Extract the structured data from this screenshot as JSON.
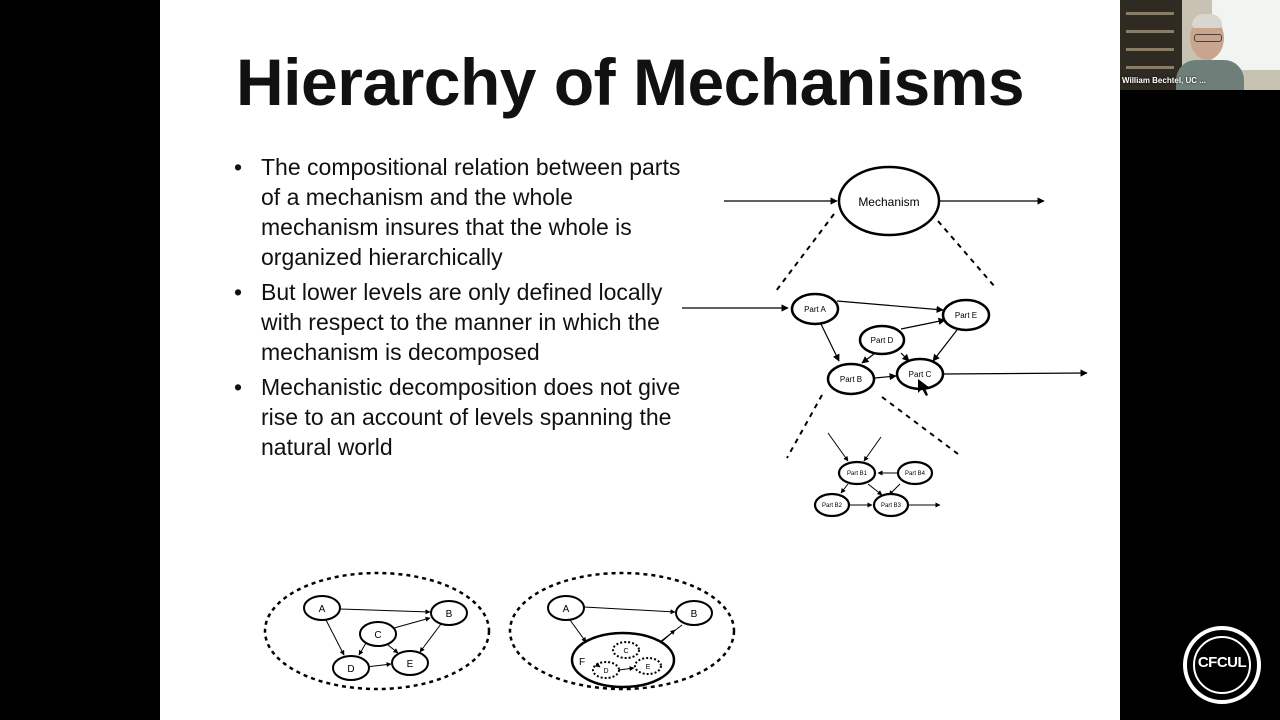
{
  "slide": {
    "title": "Hierarchy of Mechanisms",
    "bullets": [
      "The compositional relation between parts of a mechanism and the whole mechanism insures that the whole is organized hierarchically",
      "But lower levels are only defined locally with respect to the manner in which the mechanism is decomposed",
      "Mechanistic decomposition does not give rise to an account of levels spanning the natural world"
    ]
  },
  "hierarchy_diagram": {
    "top": "Mechanism",
    "parts": [
      "Part A",
      "Part E",
      "Part D",
      "Part B",
      "Part C"
    ],
    "subparts": [
      "Part B1",
      "Part B4",
      "Part B2",
      "Part B3"
    ]
  },
  "graph_left": {
    "nodes": [
      "A",
      "B",
      "C",
      "D",
      "E"
    ]
  },
  "graph_right": {
    "nodes": [
      "A",
      "B"
    ],
    "cluster_label": "F",
    "inner_nodes": [
      "C",
      "D",
      "E"
    ]
  },
  "video": {
    "participant_name": "William Bechtel, UC ..."
  },
  "logo": {
    "text": "CFCUL"
  }
}
